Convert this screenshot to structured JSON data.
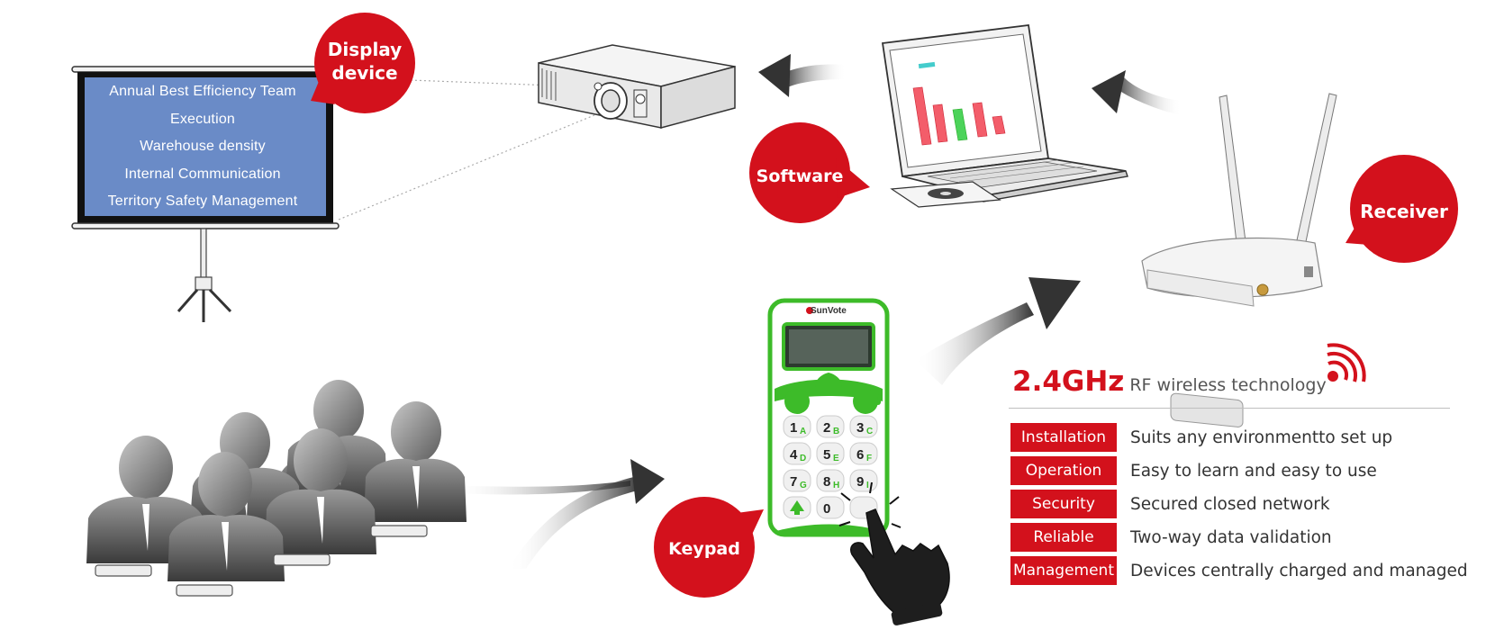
{
  "screen": {
    "items": [
      "Annual Best Efficiency Team",
      "Execution",
      "Warehouse density",
      "Internal Communication",
      "Territory Safety Management"
    ]
  },
  "bubbles": {
    "display_line1": "Display",
    "display_line2": "device",
    "software": "Software",
    "receiver": "Receiver",
    "keypad": "Keypad"
  },
  "keypad_brand": "SunVote",
  "rf": {
    "frequency": "2.4GHz",
    "description": "RF wireless technology"
  },
  "features": [
    {
      "label": "Installation",
      "desc": "Suits any environmentto set up"
    },
    {
      "label": "Operation",
      "desc": "Easy to learn and easy to use"
    },
    {
      "label": "Security",
      "desc": "Secured closed network"
    },
    {
      "label": "Reliable",
      "desc": "Two-way data validation"
    },
    {
      "label": "Management",
      "desc": "Devices centrally charged and managed"
    }
  ],
  "colors": {
    "accent_red": "#d3111c",
    "screen_blue": "#6a8bc7",
    "keypad_green": "#3dbb29"
  },
  "icons": [
    "projector-screen-icon",
    "projector-icon",
    "laptop-icon",
    "wireless-router-icon",
    "keypad-icon",
    "audience-icon",
    "hand-pointer-icon",
    "wifi-signal-icon",
    "arrow-icon"
  ]
}
